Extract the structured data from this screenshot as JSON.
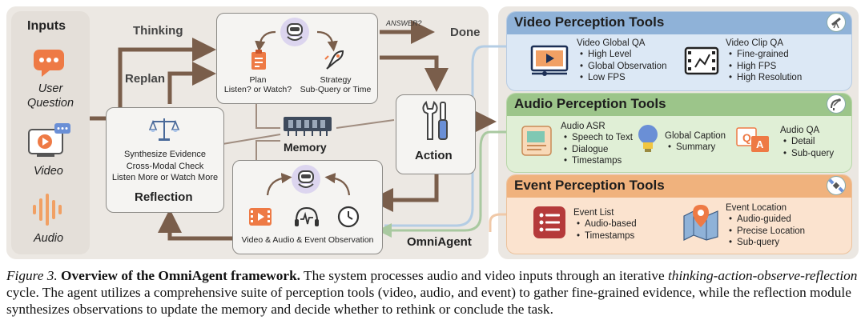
{
  "colors": {
    "panel_bg": "#ece8e3",
    "video_header": "#8fb2d8",
    "video_body": "#dce8f5",
    "audio_header": "#9cc58a",
    "audio_body": "#e0efd6",
    "event_header": "#f0b27d",
    "event_body": "#fbe3cf",
    "arrow": "#7a5e4b",
    "accent_orange": "#ee7a45",
    "accent_blue": "#6a8fd6"
  },
  "inputs": {
    "title": "Inputs",
    "user_question": "User\nQuestion",
    "video": "Video",
    "audio": "Audio"
  },
  "agent": {
    "thinking": "Thinking",
    "replan": "Replan",
    "plan": "Plan\nListen? or Watch?",
    "strategy": "Strategy\nSub-Query or Time",
    "answer": "ANSWER?",
    "done": "Done",
    "memory": "Memory",
    "action": "Action",
    "reflection_lines": "Synthesize Evidence\nCross-Modal Check\nListen More or Watch More",
    "reflection": "Reflection",
    "observation": "Video & Audio & Event Observation",
    "name": "OmniAgent"
  },
  "tools": {
    "video": {
      "title": "Video Perception Tools",
      "global_qa": {
        "name": "Video Global QA",
        "items": [
          "High Level",
          "Global Observation",
          "Low FPS"
        ]
      },
      "clip_qa": {
        "name": "Video Clip QA",
        "items": [
          "Fine-grained",
          "High FPS",
          "High Resolution"
        ]
      }
    },
    "audio": {
      "title": "Audio Perception Tools",
      "asr": {
        "name": "Audio ASR",
        "items": [
          "Speech to Text",
          "Dialogue",
          "Timestamps"
        ]
      },
      "caption": {
        "name": "Global Caption",
        "items": [
          "Summary"
        ]
      },
      "qa": {
        "name": "Audio QA",
        "items": [
          "Detail",
          "Sub-query"
        ]
      }
    },
    "event": {
      "title": "Event Perception Tools",
      "list": {
        "name": "Event List",
        "items": [
          "Audio-based",
          "Timestamps"
        ]
      },
      "location": {
        "name": "Event Location",
        "items": [
          "Audio-guided",
          "Precise Location",
          "Sub-query"
        ]
      }
    }
  },
  "caption": {
    "label": "Figure 3.",
    "bold": "Overview of the OmniAgent framework.",
    "text1": " The system processes audio and video inputs through an iterative ",
    "italic": "thinking-action-observe-reflection",
    "text2": " cycle. The agent utilizes a comprehensive suite of perception tools (video, audio, and event) to gather fine-grained evidence, while the reflection module synthesizes observations to update the memory and decide whether to rethink or conclude the task."
  }
}
